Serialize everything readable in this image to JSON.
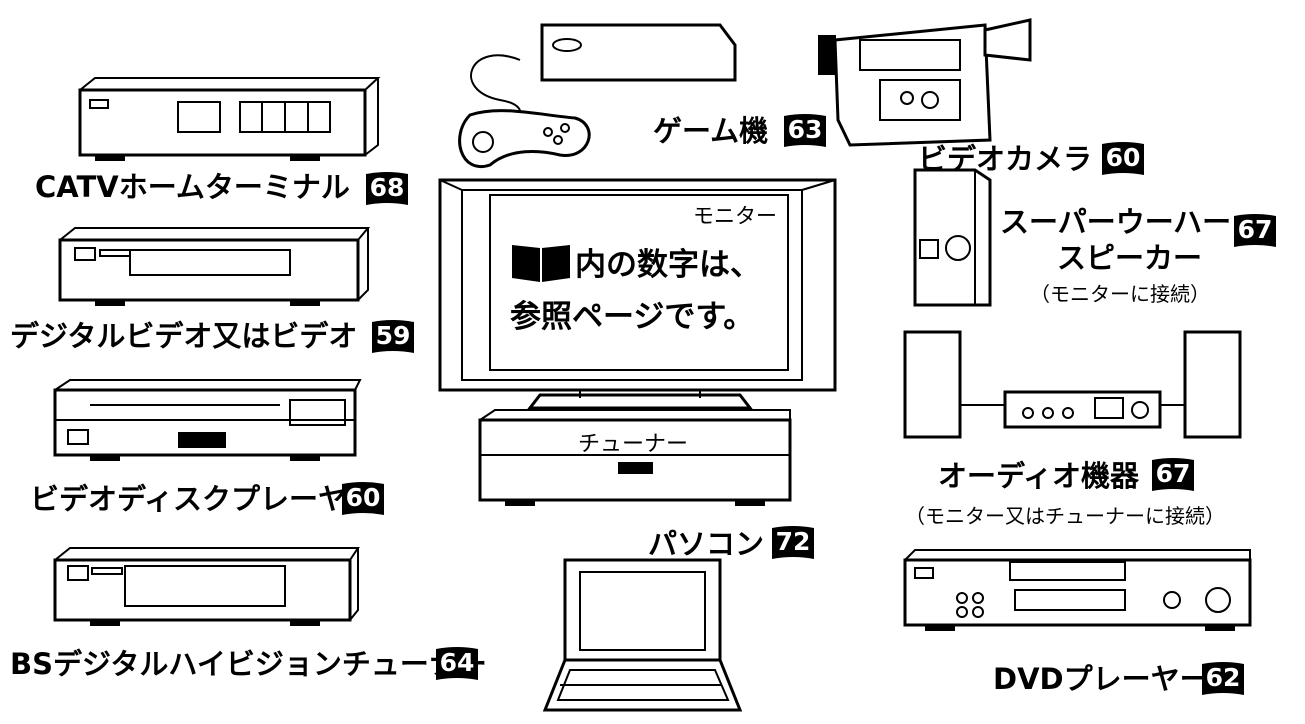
{
  "devices": {
    "catv": {
      "label": "CATVホームターミナル",
      "page": "68"
    },
    "digital_video": {
      "label": "デジタルビデオ又はビデオ",
      "page": "59"
    },
    "videodisc": {
      "label": "ビデオディスクプレーヤー",
      "page": "60"
    },
    "bs_tuner": {
      "label": "BSデジタルハイビジョンチューナー",
      "page": "64"
    },
    "game": {
      "label": "ゲーム機",
      "page": "63"
    },
    "camera": {
      "label": "ビデオカメラ",
      "page": "60"
    },
    "subwoofer": {
      "label_line1": "スーパーウーハー",
      "label_line2": "スピーカー",
      "page": "67",
      "note": "（モニターに接続）"
    },
    "audio": {
      "label": "オーディオ機器",
      "page": "67",
      "note": "（モニター又はチューナーに接続）"
    },
    "dvd": {
      "label": "DVDプレーヤー",
      "page": "62"
    },
    "pc": {
      "label": "パソコン",
      "page": "72"
    }
  },
  "monitor": {
    "label": "モニター",
    "text_line1": "内の数字は、",
    "text_line2": "参照ページです。"
  },
  "tuner": {
    "label": "チューナー"
  }
}
